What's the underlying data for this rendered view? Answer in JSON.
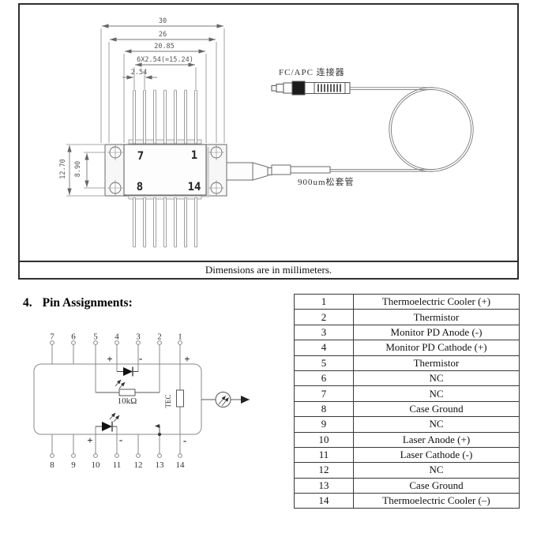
{
  "drawing": {
    "caption": "Dimensions are in millimeters.",
    "connector_label": "FC/APC 连接器",
    "fiber_label": "900um松套管",
    "dims": {
      "overall_width": "30",
      "flange_width": "26",
      "body_width": "20.85",
      "pin_span": "6X2.54(=15.24)",
      "pin_pitch": "2.54",
      "body_height": "12.70",
      "hole_spacing": "8.90"
    },
    "corner_pins": {
      "top_left": "7",
      "top_right": "1",
      "bottom_left": "8",
      "bottom_right": "14"
    }
  },
  "section": {
    "number": "4.",
    "title": "Pin Assignments:"
  },
  "schematic": {
    "top_pins": [
      "7",
      "6",
      "5",
      "4",
      "3",
      "2",
      "1"
    ],
    "bottom_pins": [
      "8",
      "9",
      "10",
      "11",
      "12",
      "13",
      "14"
    ],
    "thermistor_label": "10kΩ",
    "tec_label": "TEC",
    "plus": "+",
    "minus": "-"
  },
  "pin_table": {
    "rows": [
      {
        "pin": "1",
        "function": "Thermoelectric Cooler (+)"
      },
      {
        "pin": "2",
        "function": "Thermistor"
      },
      {
        "pin": "3",
        "function": "Monitor PD Anode (-)"
      },
      {
        "pin": "4",
        "function": "Monitor PD Cathode (+)"
      },
      {
        "pin": "5",
        "function": "Thermistor"
      },
      {
        "pin": "6",
        "function": "NC"
      },
      {
        "pin": "7",
        "function": "NC"
      },
      {
        "pin": "8",
        "function": "Case Ground"
      },
      {
        "pin": "9",
        "function": "NC"
      },
      {
        "pin": "10",
        "function": "Laser Anode (+)"
      },
      {
        "pin": "11",
        "function": "Laser Cathode (-)"
      },
      {
        "pin": "12",
        "function": "NC"
      },
      {
        "pin": "13",
        "function": "Case Ground"
      },
      {
        "pin": "14",
        "function": "Thermoelectric Cooler (–)"
      }
    ]
  }
}
